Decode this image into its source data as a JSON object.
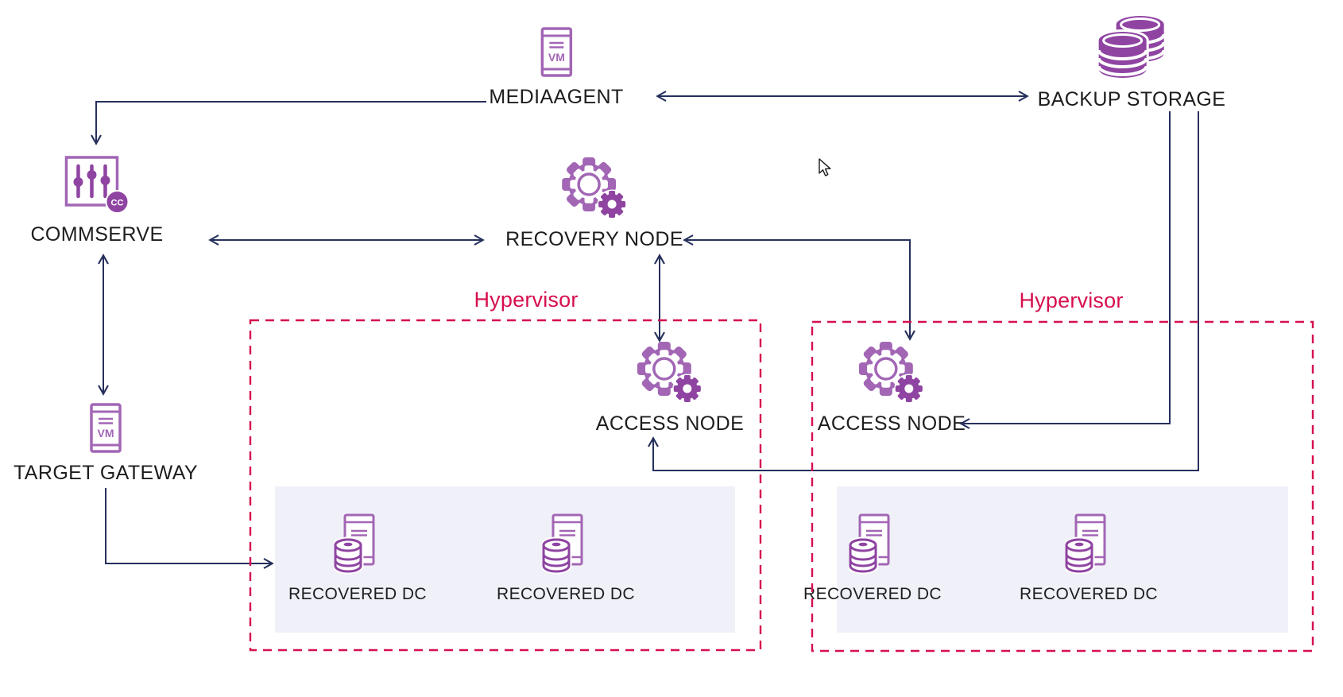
{
  "diagram": {
    "title": "",
    "nodes": {
      "mediaagent": {
        "label": "MEDIAAGENT",
        "icon": "vm-server-icon"
      },
      "backup_storage": {
        "label": "BACKUP STORAGE",
        "icon": "database-stack-icon"
      },
      "commserve": {
        "label": "COMMSERVE",
        "icon": "control-sliders-icon",
        "badge": "CC"
      },
      "recovery_node": {
        "label": "RECOVERY NODE",
        "icon": "gear-icon"
      },
      "target_gateway": {
        "label": "TARGET GATEWAY",
        "icon": "vm-server-icon"
      },
      "access_node_left": {
        "label": "ACCESS NODE",
        "icon": "gear-icon"
      },
      "access_node_right": {
        "label": "ACCESS NODE",
        "icon": "gear-icon"
      },
      "recovered_dc_1": {
        "label": "RECOVERED DC",
        "icon": "server-database-icon"
      },
      "recovered_dc_2": {
        "label": "RECOVERED DC",
        "icon": "server-database-icon"
      },
      "recovered_dc_3": {
        "label": "RECOVERED DC",
        "icon": "server-database-icon"
      },
      "recovered_dc_4": {
        "label": "RECOVERED DC",
        "icon": "server-database-icon"
      }
    },
    "icon_text": {
      "vm": "VM"
    },
    "groups": {
      "hypervisor_left": {
        "label": "Hypervisor"
      },
      "hypervisor_right": {
        "label": "Hypervisor"
      }
    },
    "edges": [
      {
        "from": "mediaagent",
        "to": "backup_storage",
        "style": "double-arrow"
      },
      {
        "from": "mediaagent",
        "to": "commserve",
        "style": "arrow"
      },
      {
        "from": "commserve",
        "to": "recovery_node",
        "style": "double-arrow"
      },
      {
        "from": "commserve",
        "to": "target_gateway",
        "style": "double-arrow"
      },
      {
        "from": "target_gateway",
        "to": "recovered_dc_panel_left",
        "style": "arrow"
      },
      {
        "from": "recovery_node",
        "to": "access_node_left",
        "style": "double-arrow"
      },
      {
        "from": "recovery_node",
        "to": "access_node_right",
        "style": "double-arrow"
      },
      {
        "from": "backup_storage",
        "to": "access_node_right",
        "style": "arrow"
      },
      {
        "from": "backup_storage",
        "to": "access_node_left",
        "style": "arrow"
      }
    ],
    "colors": {
      "icon_outline_purple": "#a266b5",
      "icon_solid_purple": "#8f44a2",
      "connector_navy": "#26305c",
      "hypervisor_red": "#d60f4e",
      "panel_gray": "#f0f1f8",
      "label_text": "#1d1d1f",
      "background": "#ffffff"
    }
  }
}
